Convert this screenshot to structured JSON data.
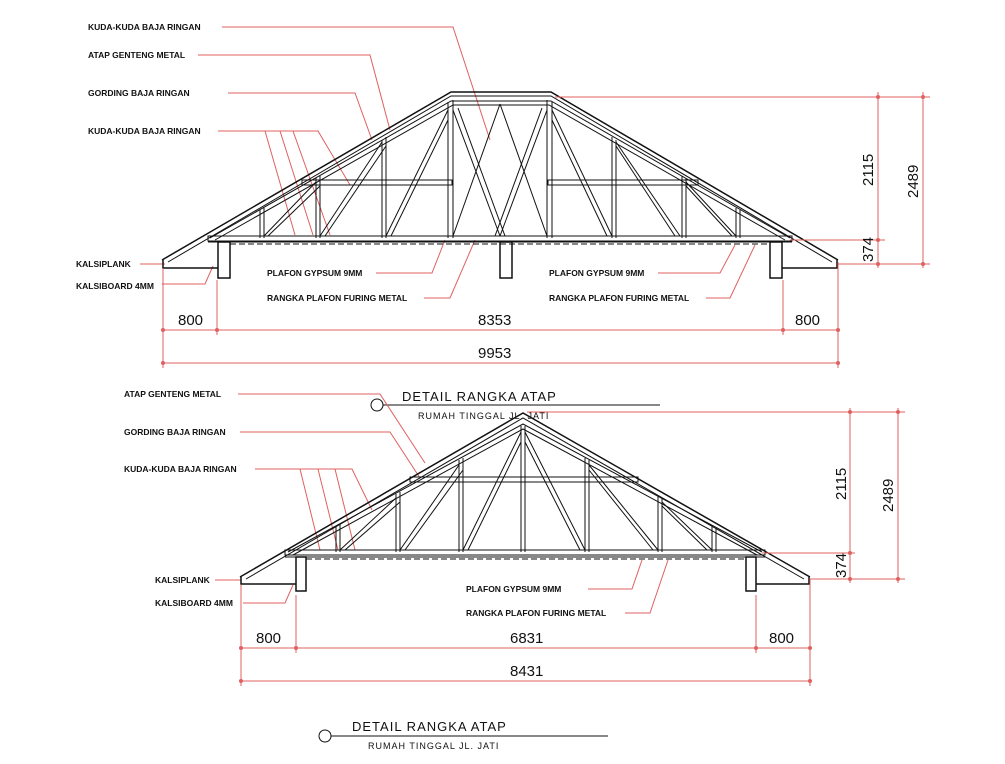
{
  "drawing1": {
    "labels": {
      "kuda1": "KUDA-KUDA BAJA RINGAN",
      "atap": "ATAP GENTENG METAL",
      "gording": "GORDING BAJA RINGAN",
      "kuda2": "KUDA-KUDA BAJA RINGAN",
      "kalsiplank": "KALSIPLANK",
      "kalsiboard": "KALSIBOARD 4MM",
      "plafon_left": "PLAFON GYPSUM 9MM",
      "rangka_left": "RANGKA PLAFON FURING METAL",
      "plafon_right": "PLAFON GYPSUM 9MM",
      "rangka_right": "RANGKA PLAFON FURING METAL"
    },
    "dims": {
      "overhang_left": "800",
      "span": "8353",
      "overhang_right": "800",
      "total": "9953",
      "height_roof": "2115",
      "height_eave": "374",
      "height_total": "2489"
    },
    "title": "DETAIL RANGKA ATAP",
    "subtitle": "RUMAH TINGGAL JL. JATI"
  },
  "drawing2": {
    "labels": {
      "atap": "ATAP GENTENG METAL",
      "gording": "GORDING BAJA RINGAN",
      "kuda": "KUDA-KUDA BAJA RINGAN",
      "kalsiplank": "KALSIPLANK",
      "kalsiboard": "KALSIBOARD 4MM",
      "plafon": "PLAFON GYPSUM 9MM",
      "rangka": "RANGKA PLAFON FURING METAL"
    },
    "dims": {
      "overhang_left": "800",
      "span": "6831",
      "overhang_right": "800",
      "total": "8431",
      "height_roof": "2115",
      "height_eave": "374",
      "height_total": "2489"
    },
    "title": "DETAIL RANGKA ATAP",
    "subtitle": "RUMAH TINGGAL JL. JATI"
  }
}
